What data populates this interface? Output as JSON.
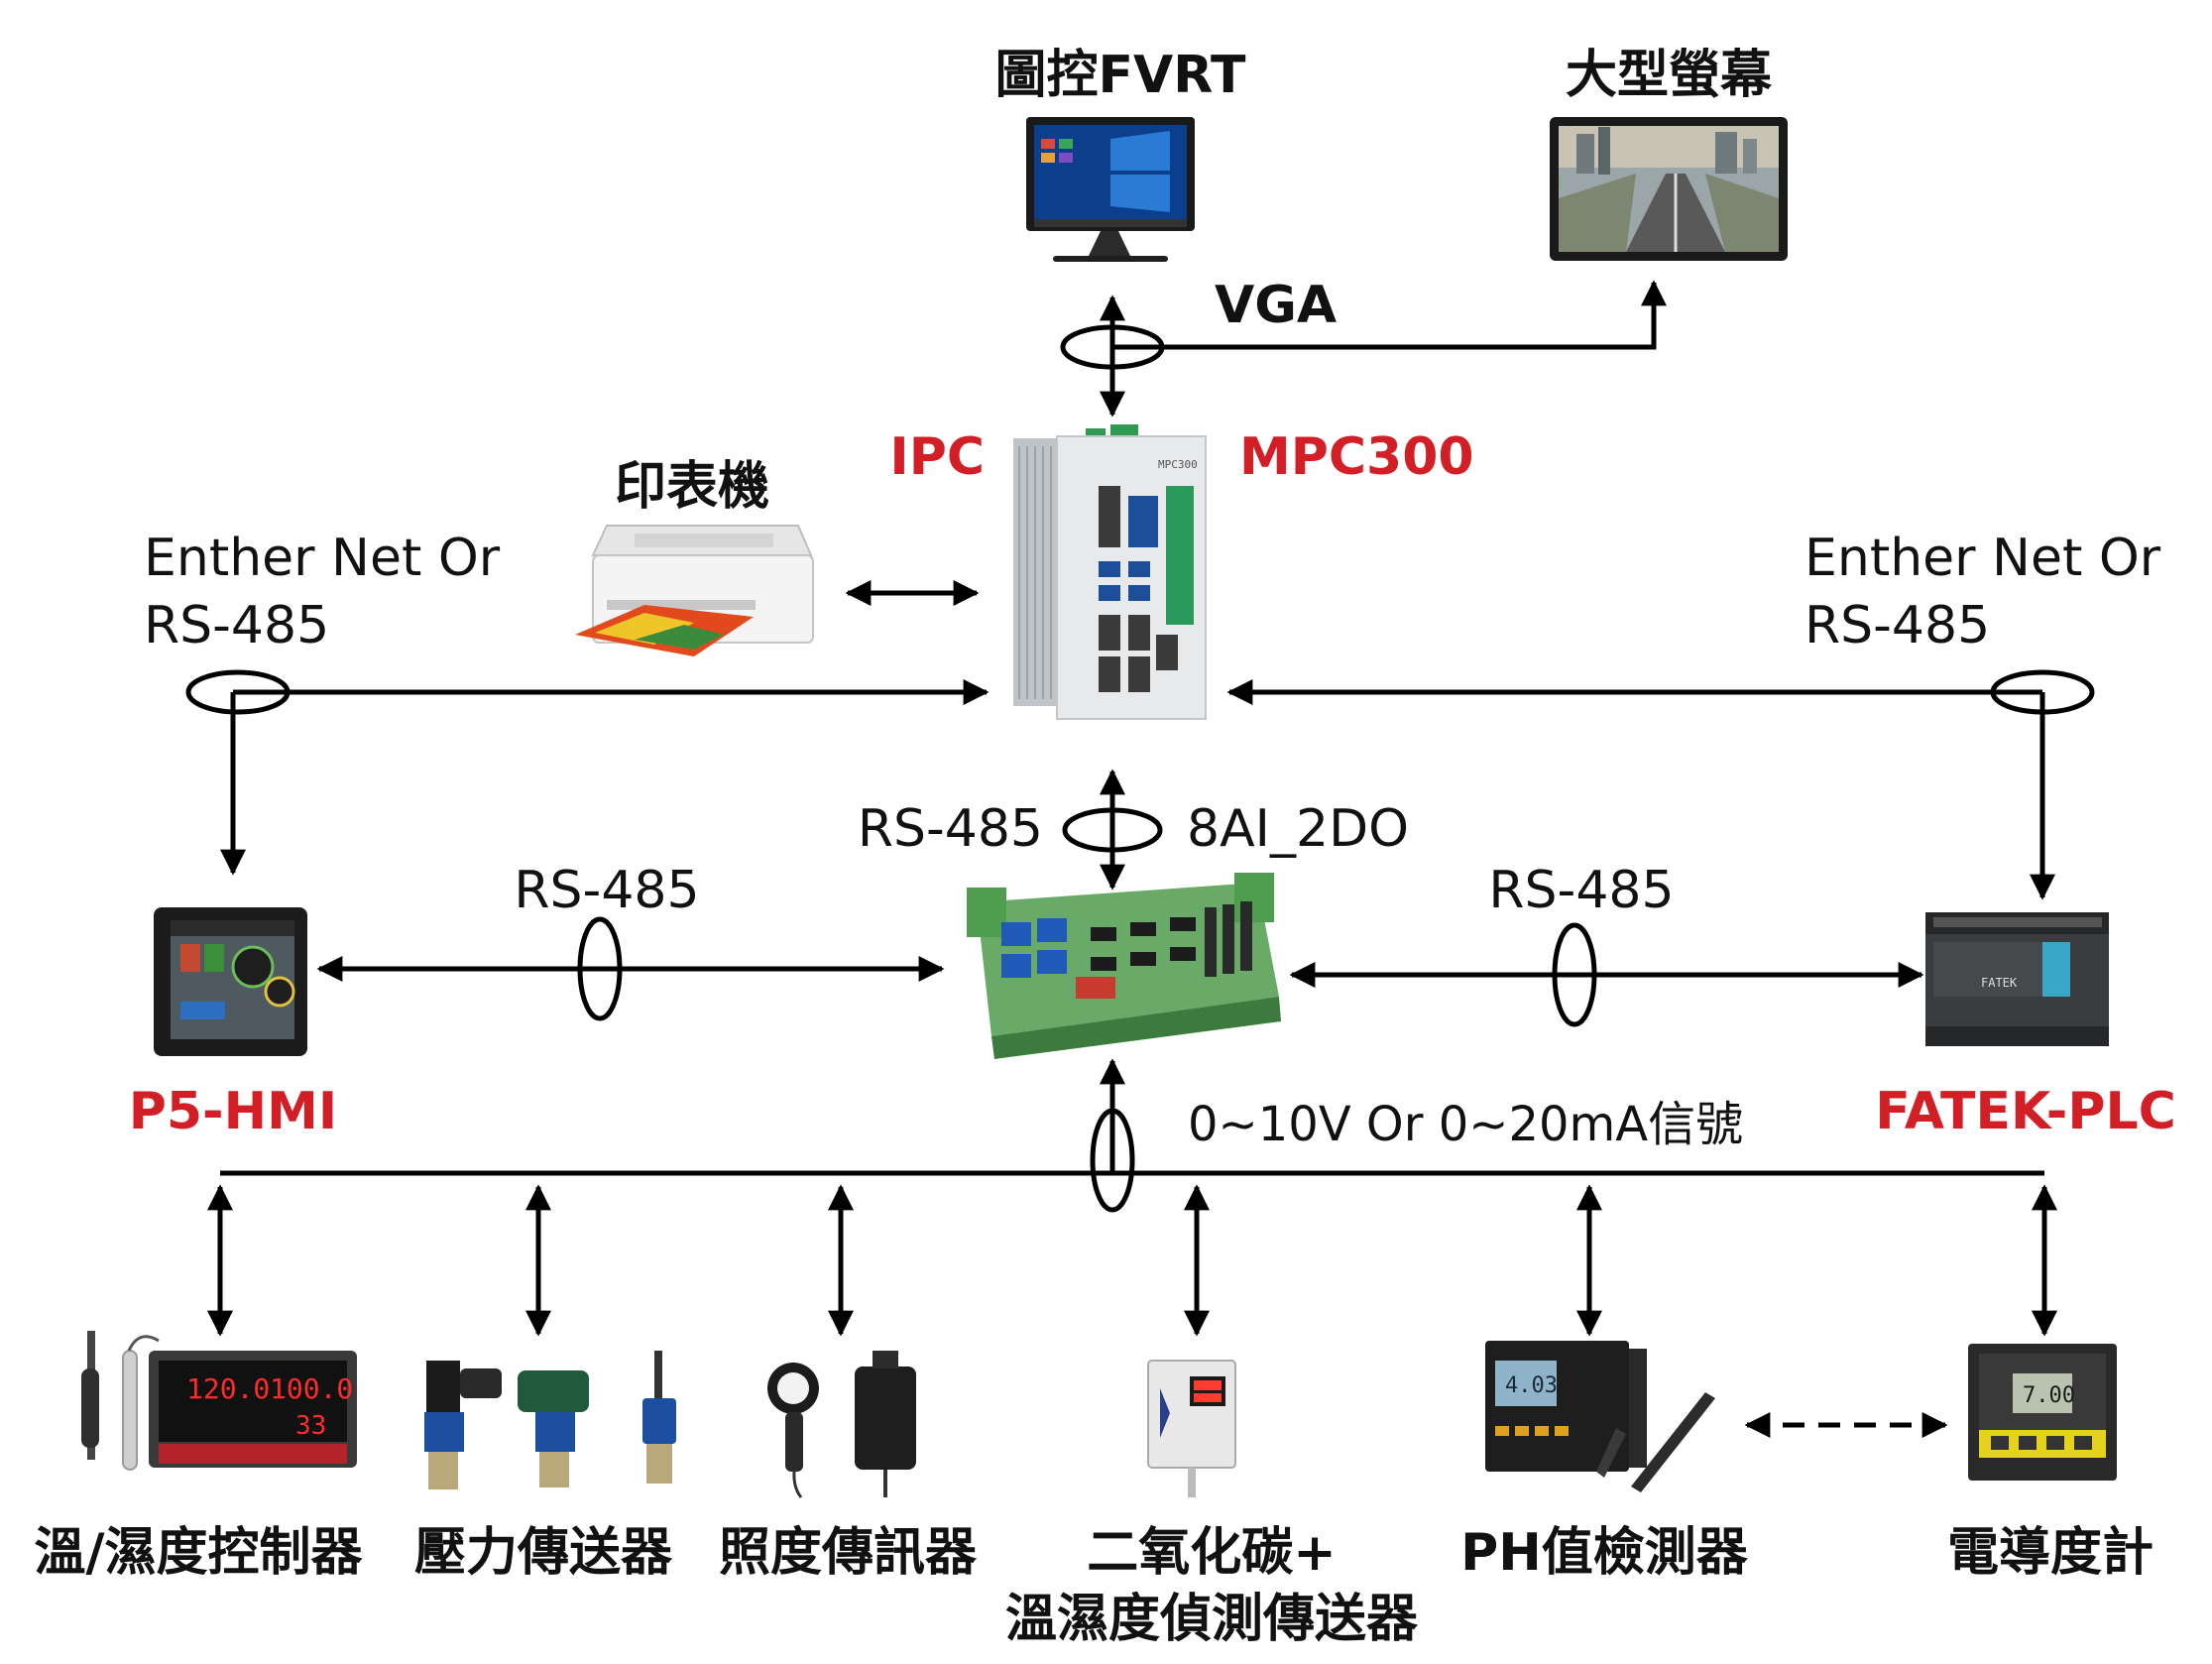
{
  "colors": {
    "line": "#000000",
    "label": "#111111",
    "highlight": "#d21f26",
    "board_green": "#5b9a5a",
    "device_dark": "#2a2a2a"
  },
  "top": {
    "fvrt_label": "圖控FVRT",
    "screen_label": "大型螢幕",
    "vga_label": "VGA"
  },
  "ipc": {
    "left_label": "IPC",
    "model_label": "MPC300",
    "device_text": "MPC300"
  },
  "printer": {
    "label": "印表機"
  },
  "left_link": {
    "line1": "Enther Net Or",
    "line2": "RS-485"
  },
  "right_link": {
    "line1": "Enther Net Or",
    "line2": "RS-485"
  },
  "module": {
    "rs485_label": "RS-485",
    "name": "8AI_2DO"
  },
  "hmi": {
    "label": "P5-HMI",
    "link_label": "RS-485"
  },
  "plc": {
    "label": "FATEK-PLC",
    "link_label": "RS-485",
    "device_text": "FATEK"
  },
  "signal": {
    "label": "0~10V Or 0~20mA信號"
  },
  "sensors": {
    "temp_humidity_controller": {
      "label": "溫/濕度控制器",
      "display1": "120.0",
      "display2": "100.0",
      "display3": "33"
    },
    "pressure_transmitter": {
      "label": "壓力傳送器"
    },
    "illuminance_transmitter": {
      "label": "照度傳訊器"
    },
    "co2_sensor": {
      "line1": "二氧化碳+",
      "line2": "溫濕度偵測傳送器"
    },
    "ph_detector": {
      "label": "PH值檢測器",
      "display": "4.03"
    },
    "conductivity_meter": {
      "label": "電導度計",
      "display": "7.00"
    }
  }
}
